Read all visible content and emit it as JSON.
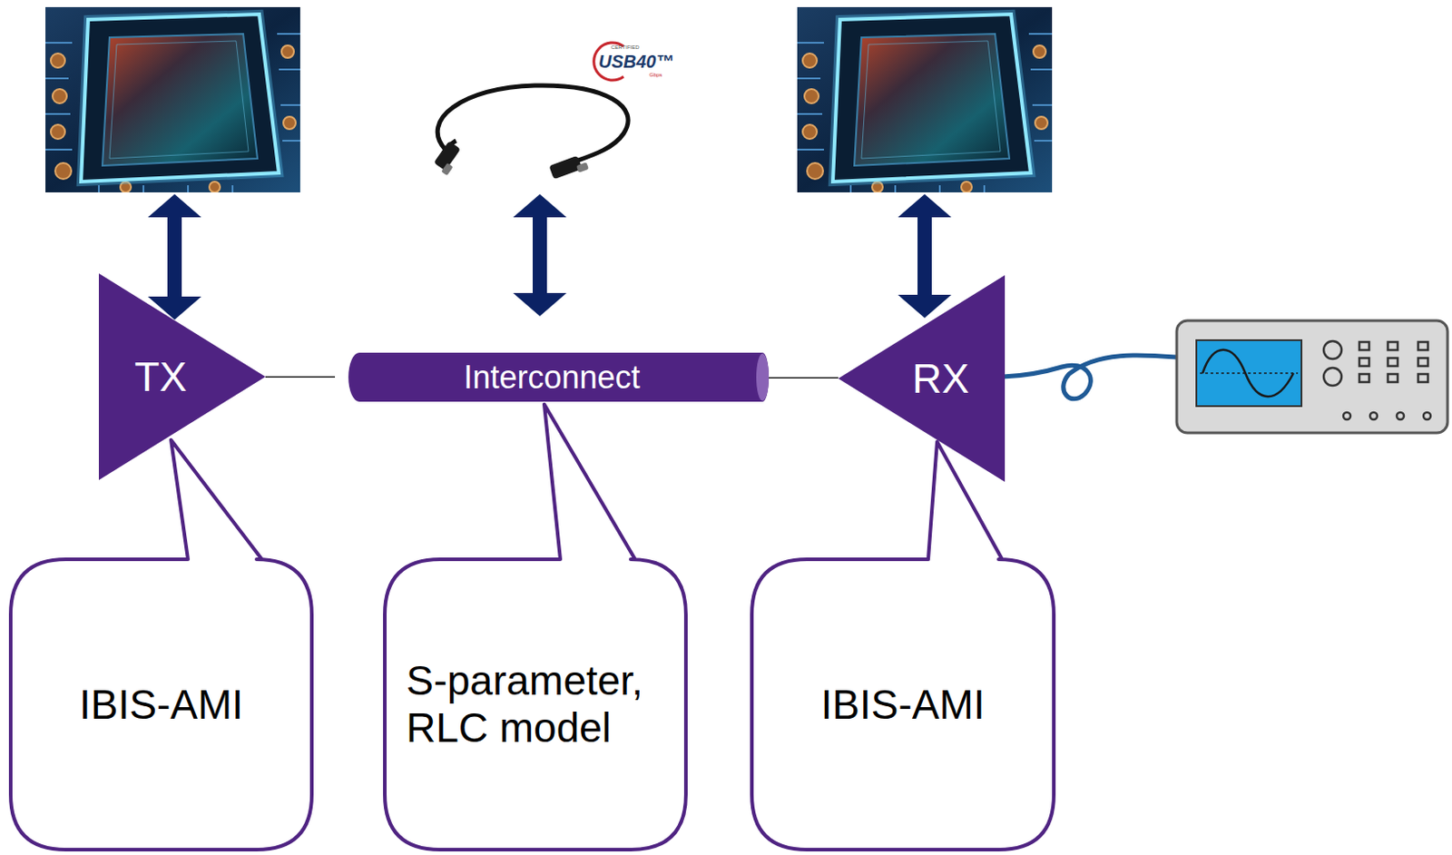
{
  "diagram": {
    "nodes": [
      {
        "text": [
          "TX"
        ]
      },
      {
        "text": [
          "Interconnect"
        ]
      },
      {
        "text": [
          "RX"
        ]
      },
      {
        "text": [
          "IBIS-AMI"
        ]
      },
      {
        "text": [
          "S-parameter, RLC model"
        ]
      },
      {
        "text": [
          "IBIS-AMI"
        ]
      }
    ],
    "edges": [
      {
        "from": 0,
        "to": 1,
        "arrow": "none"
      },
      {
        "from": 1,
        "to": 2,
        "arrow": "none"
      }
    ],
    "labels": [
      "CERTIFIED",
      "USB40™",
      "Gbps"
    ]
  }
}
